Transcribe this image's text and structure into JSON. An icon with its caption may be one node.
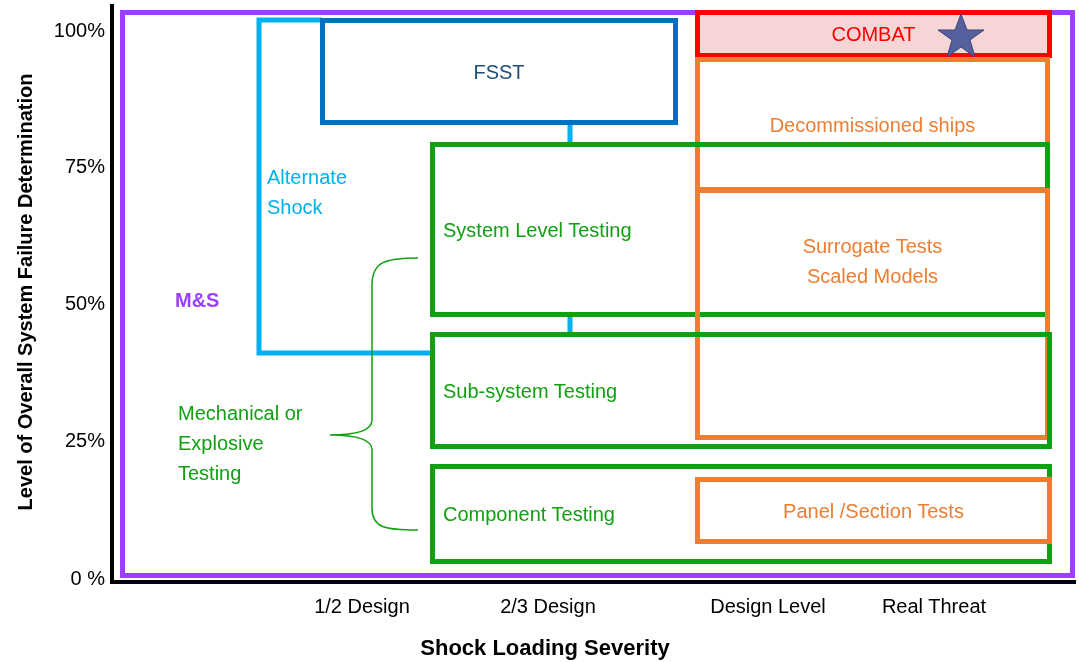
{
  "diagram": {
    "nodes": [
      {
        "text": [
          "M&S"
        ]
      },
      {
        "text": [
          "Alternate Shock"
        ],
        "in": 0
      },
      {
        "text": [
          "FSST"
        ],
        "in": 0
      },
      {
        "text": [
          "COMBAT"
        ],
        "in": 0
      },
      {
        "text": [
          "Decommissioned ships"
        ],
        "in": 0
      },
      {
        "text": [
          "System Level Testing"
        ],
        "in": 0
      },
      {
        "text": [
          "Surrogate Tests Scaled Models"
        ],
        "in": 0
      },
      {
        "text": [
          "Sub-system Testing"
        ],
        "in": 0
      },
      {
        "text": [
          "Mechanical or Explosive Testing"
        ],
        "in": 0
      },
      {
        "text": [
          "Component Testing"
        ],
        "in": 0
      },
      {
        "text": [
          "Panel /Section Tests"
        ],
        "in": 9
      }
    ],
    "edges": [
      {
        "from": 2,
        "to": 5,
        "arrow": "none"
      },
      {
        "from": 5,
        "to": 7,
        "arrow": "none"
      }
    ],
    "labels": [
      "Level of Overall System Failure Determination",
      "100%",
      "75%",
      "50%",
      "25%",
      "0 %",
      "1/2 Design",
      "2/3 Design",
      "Design Level",
      "Real Threat",
      "Shock Loading Severity"
    ]
  }
}
